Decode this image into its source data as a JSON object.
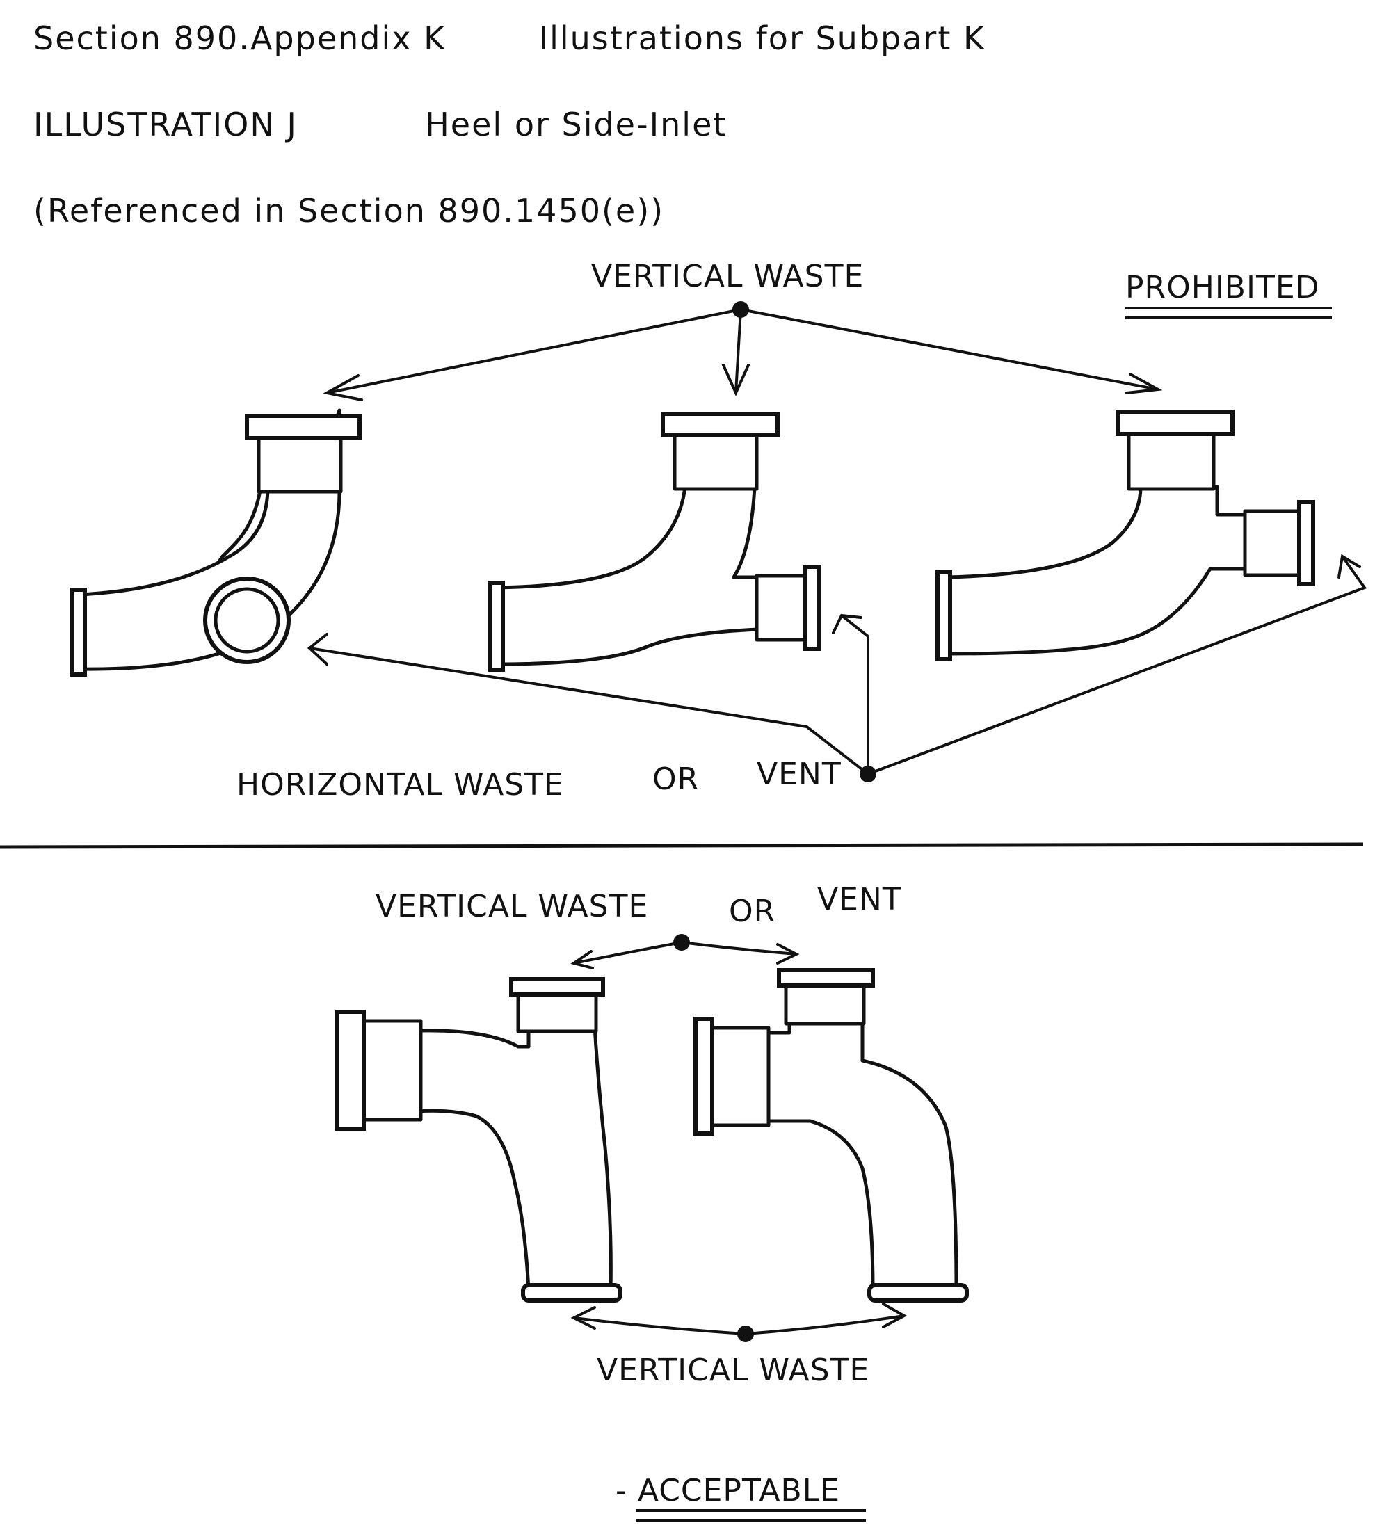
{
  "header": {
    "section": "Section 890.Appendix K",
    "section_title": "Illustrations for Subpart K",
    "illustration": "ILLUSTRATION J",
    "illustration_title": "Heel or Side-Inlet",
    "reference": "(Referenced in Section 890.1450(e))"
  },
  "prohibited": {
    "status": "PROHIBITED",
    "top_label": "VERTICAL WASTE",
    "bottom_label_1": "HORIZONTAL WASTE",
    "bottom_or": "OR",
    "bottom_label_2": "VENT"
  },
  "acceptable": {
    "top_label_1": "VERTICAL WASTE",
    "top_or": "OR",
    "top_label_2": "VENT",
    "bottom_label": "VERTICAL WASTE",
    "status": "- ACCEPTABLE"
  }
}
